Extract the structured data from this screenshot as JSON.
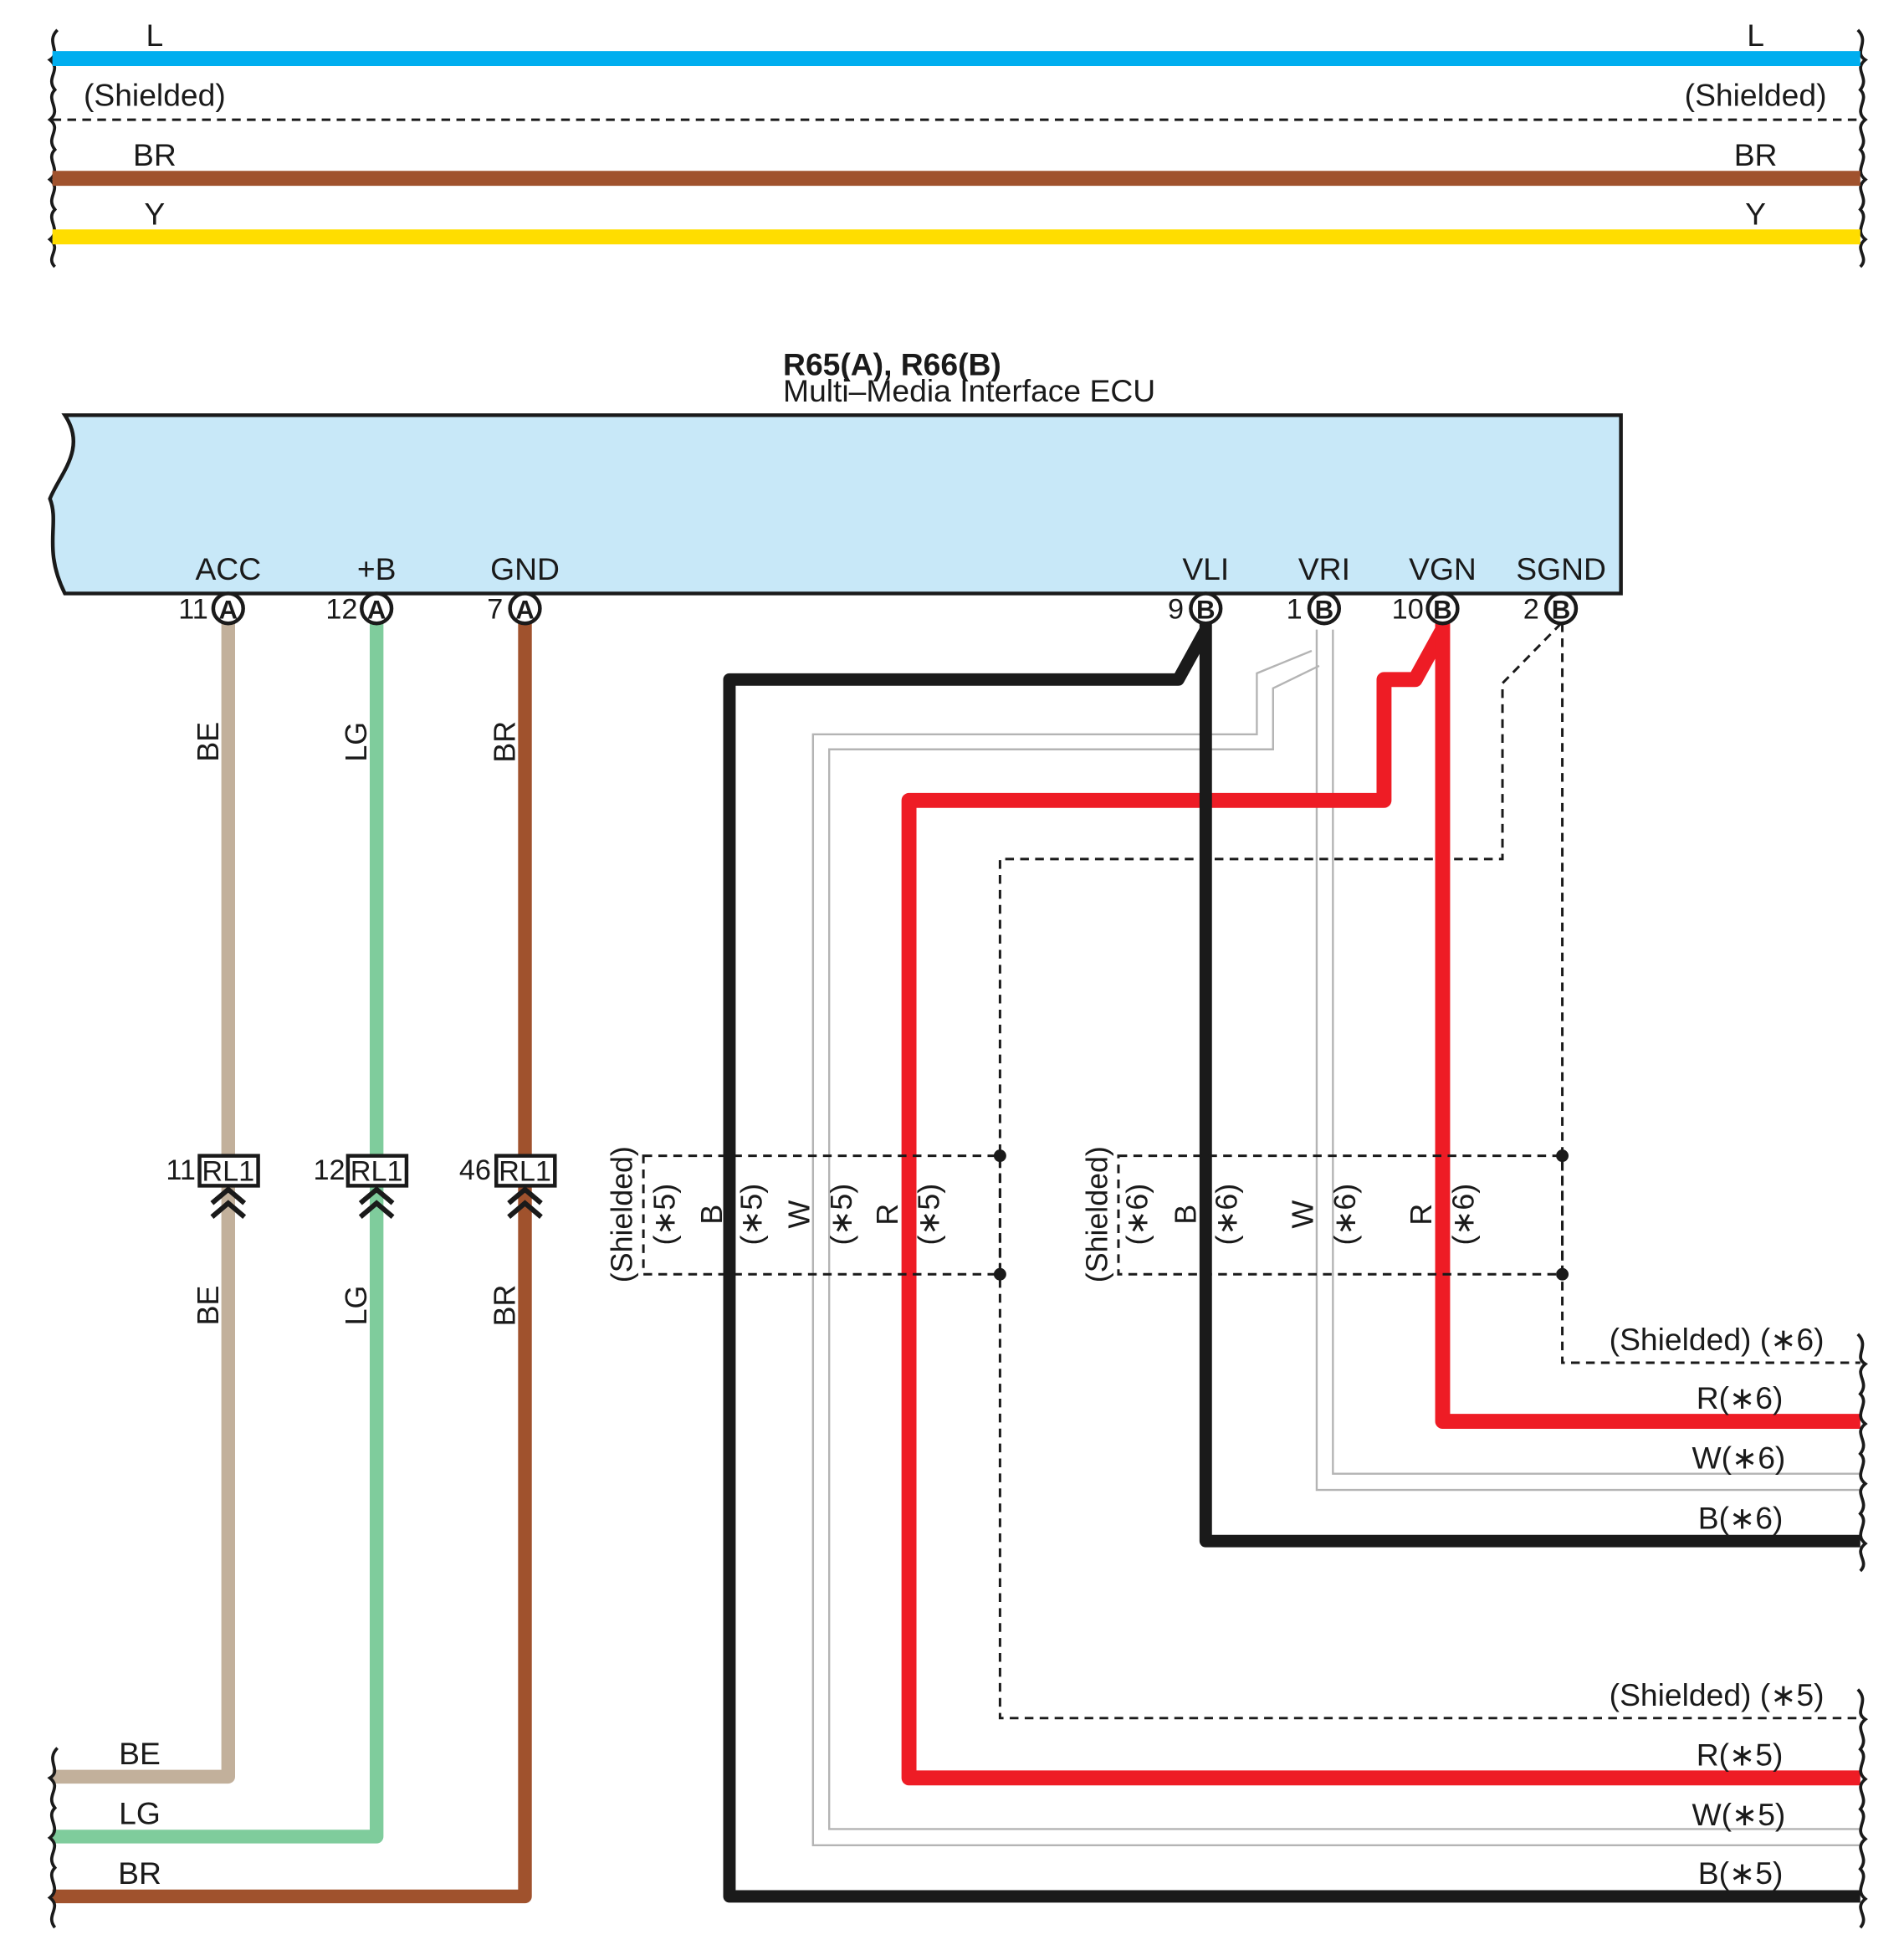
{
  "ecu": {
    "connector_title": "R65(A), R66(B)",
    "name": "Multi–Media Interface ECU"
  },
  "colors": {
    "L": "#00aeef",
    "BR": "#a0522d",
    "Y": "#ffdd00",
    "BE": "#c2b09b",
    "LG": "#7fcc9c",
    "B": "#1a1a1a",
    "R": "#ee1c25",
    "W": "#b4b4b4",
    "ecu_fill": "#c8e8f8"
  },
  "top_wires": [
    {
      "left": "L",
      "right": "L"
    },
    {
      "left": "(Shielded)",
      "right": "(Shielded)"
    },
    {
      "left": "BR",
      "right": "BR"
    },
    {
      "left": "Y",
      "right": "Y"
    }
  ],
  "pins": [
    {
      "name": "ACC",
      "number": "11",
      "connector": "A"
    },
    {
      "name": "+B",
      "number": "12",
      "connector": "A"
    },
    {
      "name": "GND",
      "number": "7",
      "connector": "A"
    },
    {
      "name": "VLI",
      "number": "9",
      "connector": "B"
    },
    {
      "name": "VRI",
      "number": "1",
      "connector": "B"
    },
    {
      "name": "VGN",
      "number": "10",
      "connector": "B"
    },
    {
      "name": "SGND",
      "number": "2",
      "connector": "B"
    }
  ],
  "left_wires": [
    {
      "upper": "BE",
      "lower": "BE",
      "rl_pin": "11",
      "rl": "RL1",
      "bottom": "BE"
    },
    {
      "upper": "LG",
      "lower": "LG",
      "rl_pin": "12",
      "rl": "RL1",
      "bottom": "LG"
    },
    {
      "upper": "BR",
      "lower": "BR",
      "rl_pin": "46",
      "rl": "RL1",
      "bottom": "BR"
    }
  ],
  "shield_group_5": {
    "shielded": "(Shielded)",
    "labels": [
      "(∗5)",
      "B",
      "(∗5)",
      "W",
      "(∗5)",
      "R",
      "(∗5)"
    ]
  },
  "shield_group_6": {
    "shielded": "(Shielded)",
    "labels": [
      "(∗6)",
      "B",
      "(∗6)",
      "W",
      "(∗6)",
      "R",
      "(∗6)"
    ]
  },
  "right_outputs_6": [
    "(Shielded) (∗6)",
    "R(∗6)",
    "W(∗6)",
    "B(∗6)"
  ],
  "right_outputs_5": [
    "(Shielded) (∗5)",
    "R(∗5)",
    "W(∗5)",
    "B(∗5)"
  ]
}
